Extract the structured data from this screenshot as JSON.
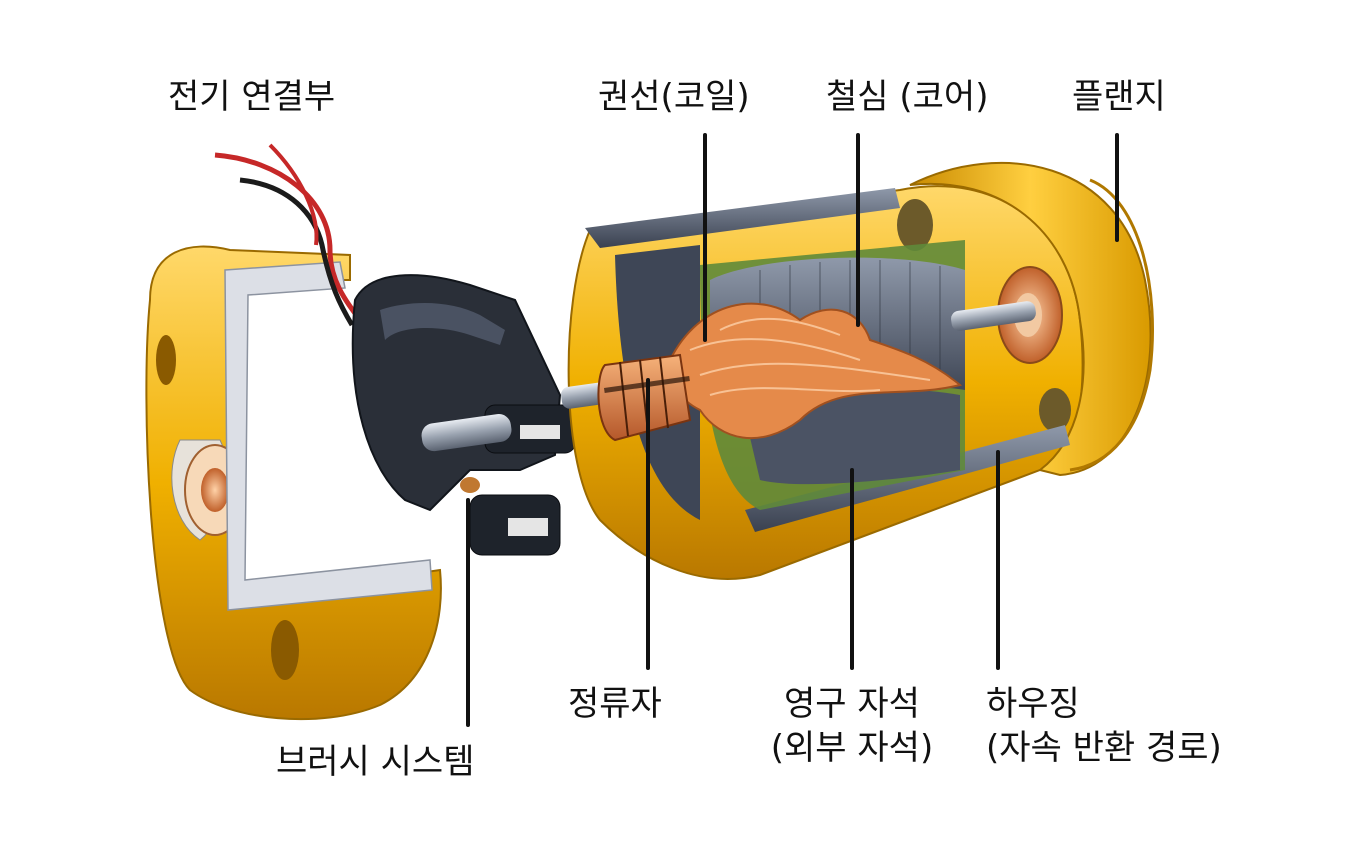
{
  "labels": {
    "electrical_connection": "전기 연결부",
    "winding_coil": "권선(코일)",
    "iron_core": "철심 (코어)",
    "flange": "플랜지",
    "commutator": "정류자",
    "permanent_magnet_line1": "영구 자석",
    "permanent_magnet_line2": "(외부 자석)",
    "housing_line1": "하우징",
    "housing_line2": "(자속 반환 경로)",
    "brush_system": "브러시 시스템"
  },
  "colors": {
    "gold": "#f0b000",
    "gold_dark": "#b97800",
    "steel": "#5b6474",
    "steel_dark": "#2e3440",
    "copper": "#e58a4a",
    "magnet_green": "#5f8a3a",
    "plastic": "#2a2f38",
    "leader": "#111111"
  }
}
